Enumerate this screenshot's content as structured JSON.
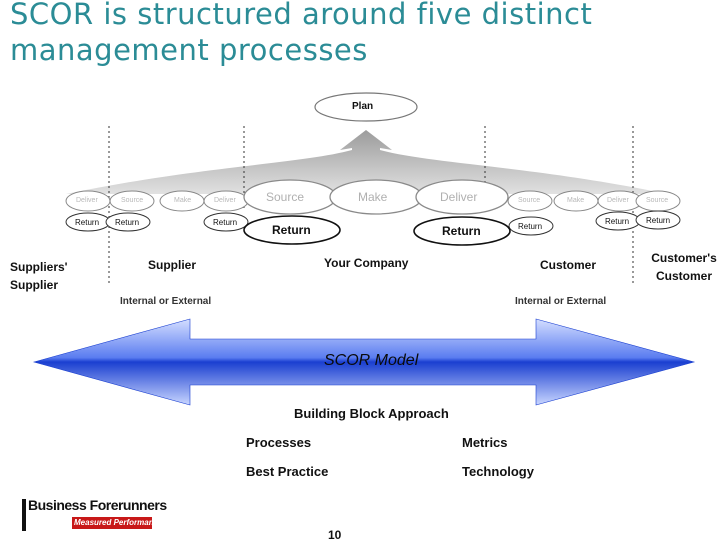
{
  "title": "SCOR is structured around five distinct management processes",
  "diagram": {
    "plan": "Plan",
    "core_processes": {
      "source": "Source",
      "make": "Make",
      "deliver": "Deliver"
    },
    "left_chain": [
      "Deliver",
      "Source",
      "Make",
      "Deliver"
    ],
    "right_chain": [
      "Source",
      "Make",
      "Deliver",
      "Source"
    ],
    "return_label": "Return",
    "entities": {
      "suppliers_supplier": "Suppliers' Supplier",
      "supplier": "Supplier",
      "your_company": "Your Company",
      "customer": "Customer",
      "customers_customer": "Customer's Customer"
    },
    "internal_external": "Internal or External",
    "scor_model": "SCOR Model"
  },
  "building_block": {
    "heading": "Building Block Approach",
    "left": [
      "Processes",
      "Best Practice"
    ],
    "right": [
      "Metrics",
      "Technology"
    ]
  },
  "logo": {
    "name": "Business Forerunners",
    "tagline": "Measured Performance"
  },
  "page_number": "10",
  "colors": {
    "title": "#2b8c96",
    "arrow_dark": "#1a3fd0",
    "arrow_light": "#c9d6ff",
    "ring": "#8a8a8a"
  }
}
